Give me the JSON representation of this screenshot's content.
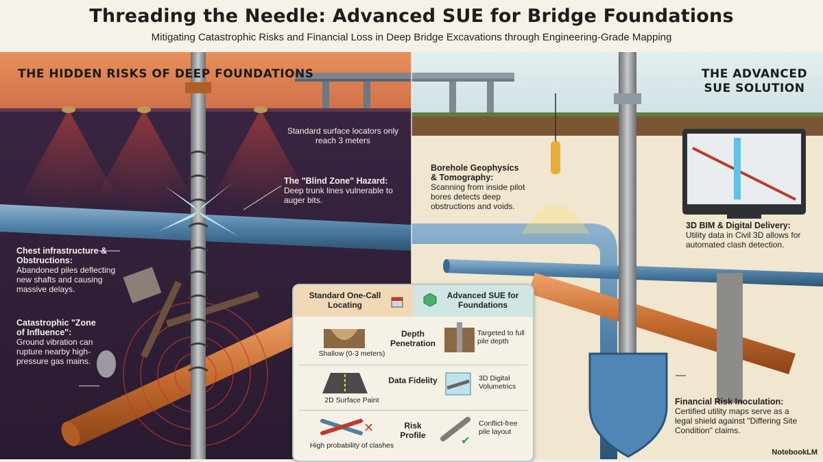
{
  "header": {
    "title": "Threading the Needle: Advanced SUE for Bridge Foundations",
    "subtitle": "Mitigating Catastrophic Risks and Financial Loss in Deep Bridge Excavations through Engineering-Grade Mapping"
  },
  "left": {
    "section_title": "THE HIDDEN RISKS OF DEEP FOUNDATIONS",
    "callouts": [
      {
        "heading": "",
        "body": "Standard surface locators only reach 3 meters"
      },
      {
        "heading": "The \"Blind Zone\" Hazard:",
        "body": "Deep trunk lines vulnerable to auger bits."
      },
      {
        "heading": "Chest infrastructure & Obstructions:",
        "body": "Abandoned piles deflecting new shafts and causing massive delays."
      },
      {
        "heading": "Catastrophic \"Zone of Influence\":",
        "body": "Ground vibration can rupture nearby high-pressure gas mains."
      }
    ]
  },
  "right": {
    "section_title": "THE ADVANCED SUE SOLUTION",
    "callouts": [
      {
        "heading": "Borehole Geophysics & Tomography:",
        "body": "Scanning from inside pilot bores detects deep obstructions and voids."
      },
      {
        "heading": "3D BIM & Digital Delivery:",
        "body": "Utility data in Civil 3D allows for automated clash detection."
      },
      {
        "heading": "Financial Risk Inoculation:",
        "body": "Certified utility maps serve as a legal shield against \"Differing Site Condition\" claims."
      }
    ]
  },
  "comparison": {
    "col_left": "Standard One-Call Locating",
    "col_right": "Advanced SUE for Foundations",
    "rows": [
      {
        "label": "Depth Penetration",
        "left": "Shallow (0-3 meters)",
        "right": "Targeted to full pile depth"
      },
      {
        "label": "Data Fidelity",
        "left": "2D Surface Paint",
        "right": "3D Digital Volumetrics"
      },
      {
        "label": "Risk Profile",
        "left": "High probability of clashes",
        "right": "Conflict-free pile layout"
      }
    ]
  },
  "footer": {
    "logo": "NotebookLM"
  },
  "colors": {
    "left_sky": "#e9955a",
    "left_ground": "#3a2540",
    "right_sky": "#d7e8ea",
    "right_ground": "#f1e6cf",
    "pipe_blue": "#4f7fa6",
    "pipe_orange": "#c46a2e",
    "accent_red": "#c0392b",
    "accent_green": "#2e9b4f"
  }
}
